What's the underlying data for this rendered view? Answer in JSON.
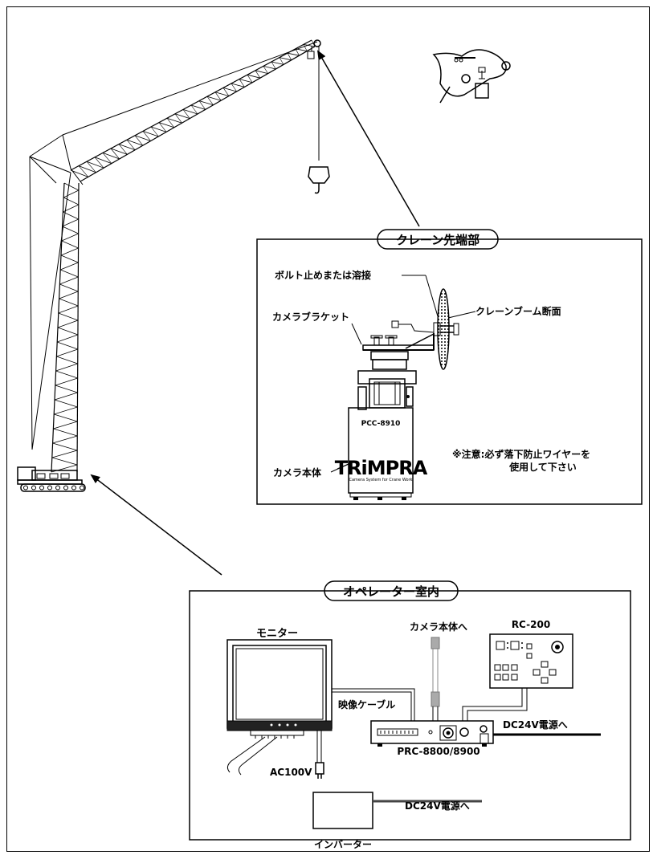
{
  "crane_tip": {
    "section_title": "クレーン先端部",
    "bolt_label": "ボルト止めまたは溶接",
    "boom_label": "クレーンブーム断面",
    "bracket_label": "カメラブラケット",
    "camera_model": "PCC-8910",
    "brand_logo": "TRiMPRA",
    "brand_tagline": "Camera System for Crane Work",
    "camera_body_label": "カメラ本体",
    "caution_line1": "※注意:必ず落下防止ワイヤーを",
    "caution_line2": "使用して下さい"
  },
  "operator_room": {
    "section_title": "オペレーター室内",
    "monitor_label": "モニター",
    "camera_link_label": "カメラ本体へ",
    "remote_label": "RC-200",
    "video_cable_label": "映像ケーブル",
    "controller_label": "PRC-8800/8900",
    "dc_power_label_1": "DC24V電源へ",
    "ac_label": "AC100V",
    "dc_power_label_2": "DC24V電源へ",
    "inverter_label": "インバーター"
  }
}
